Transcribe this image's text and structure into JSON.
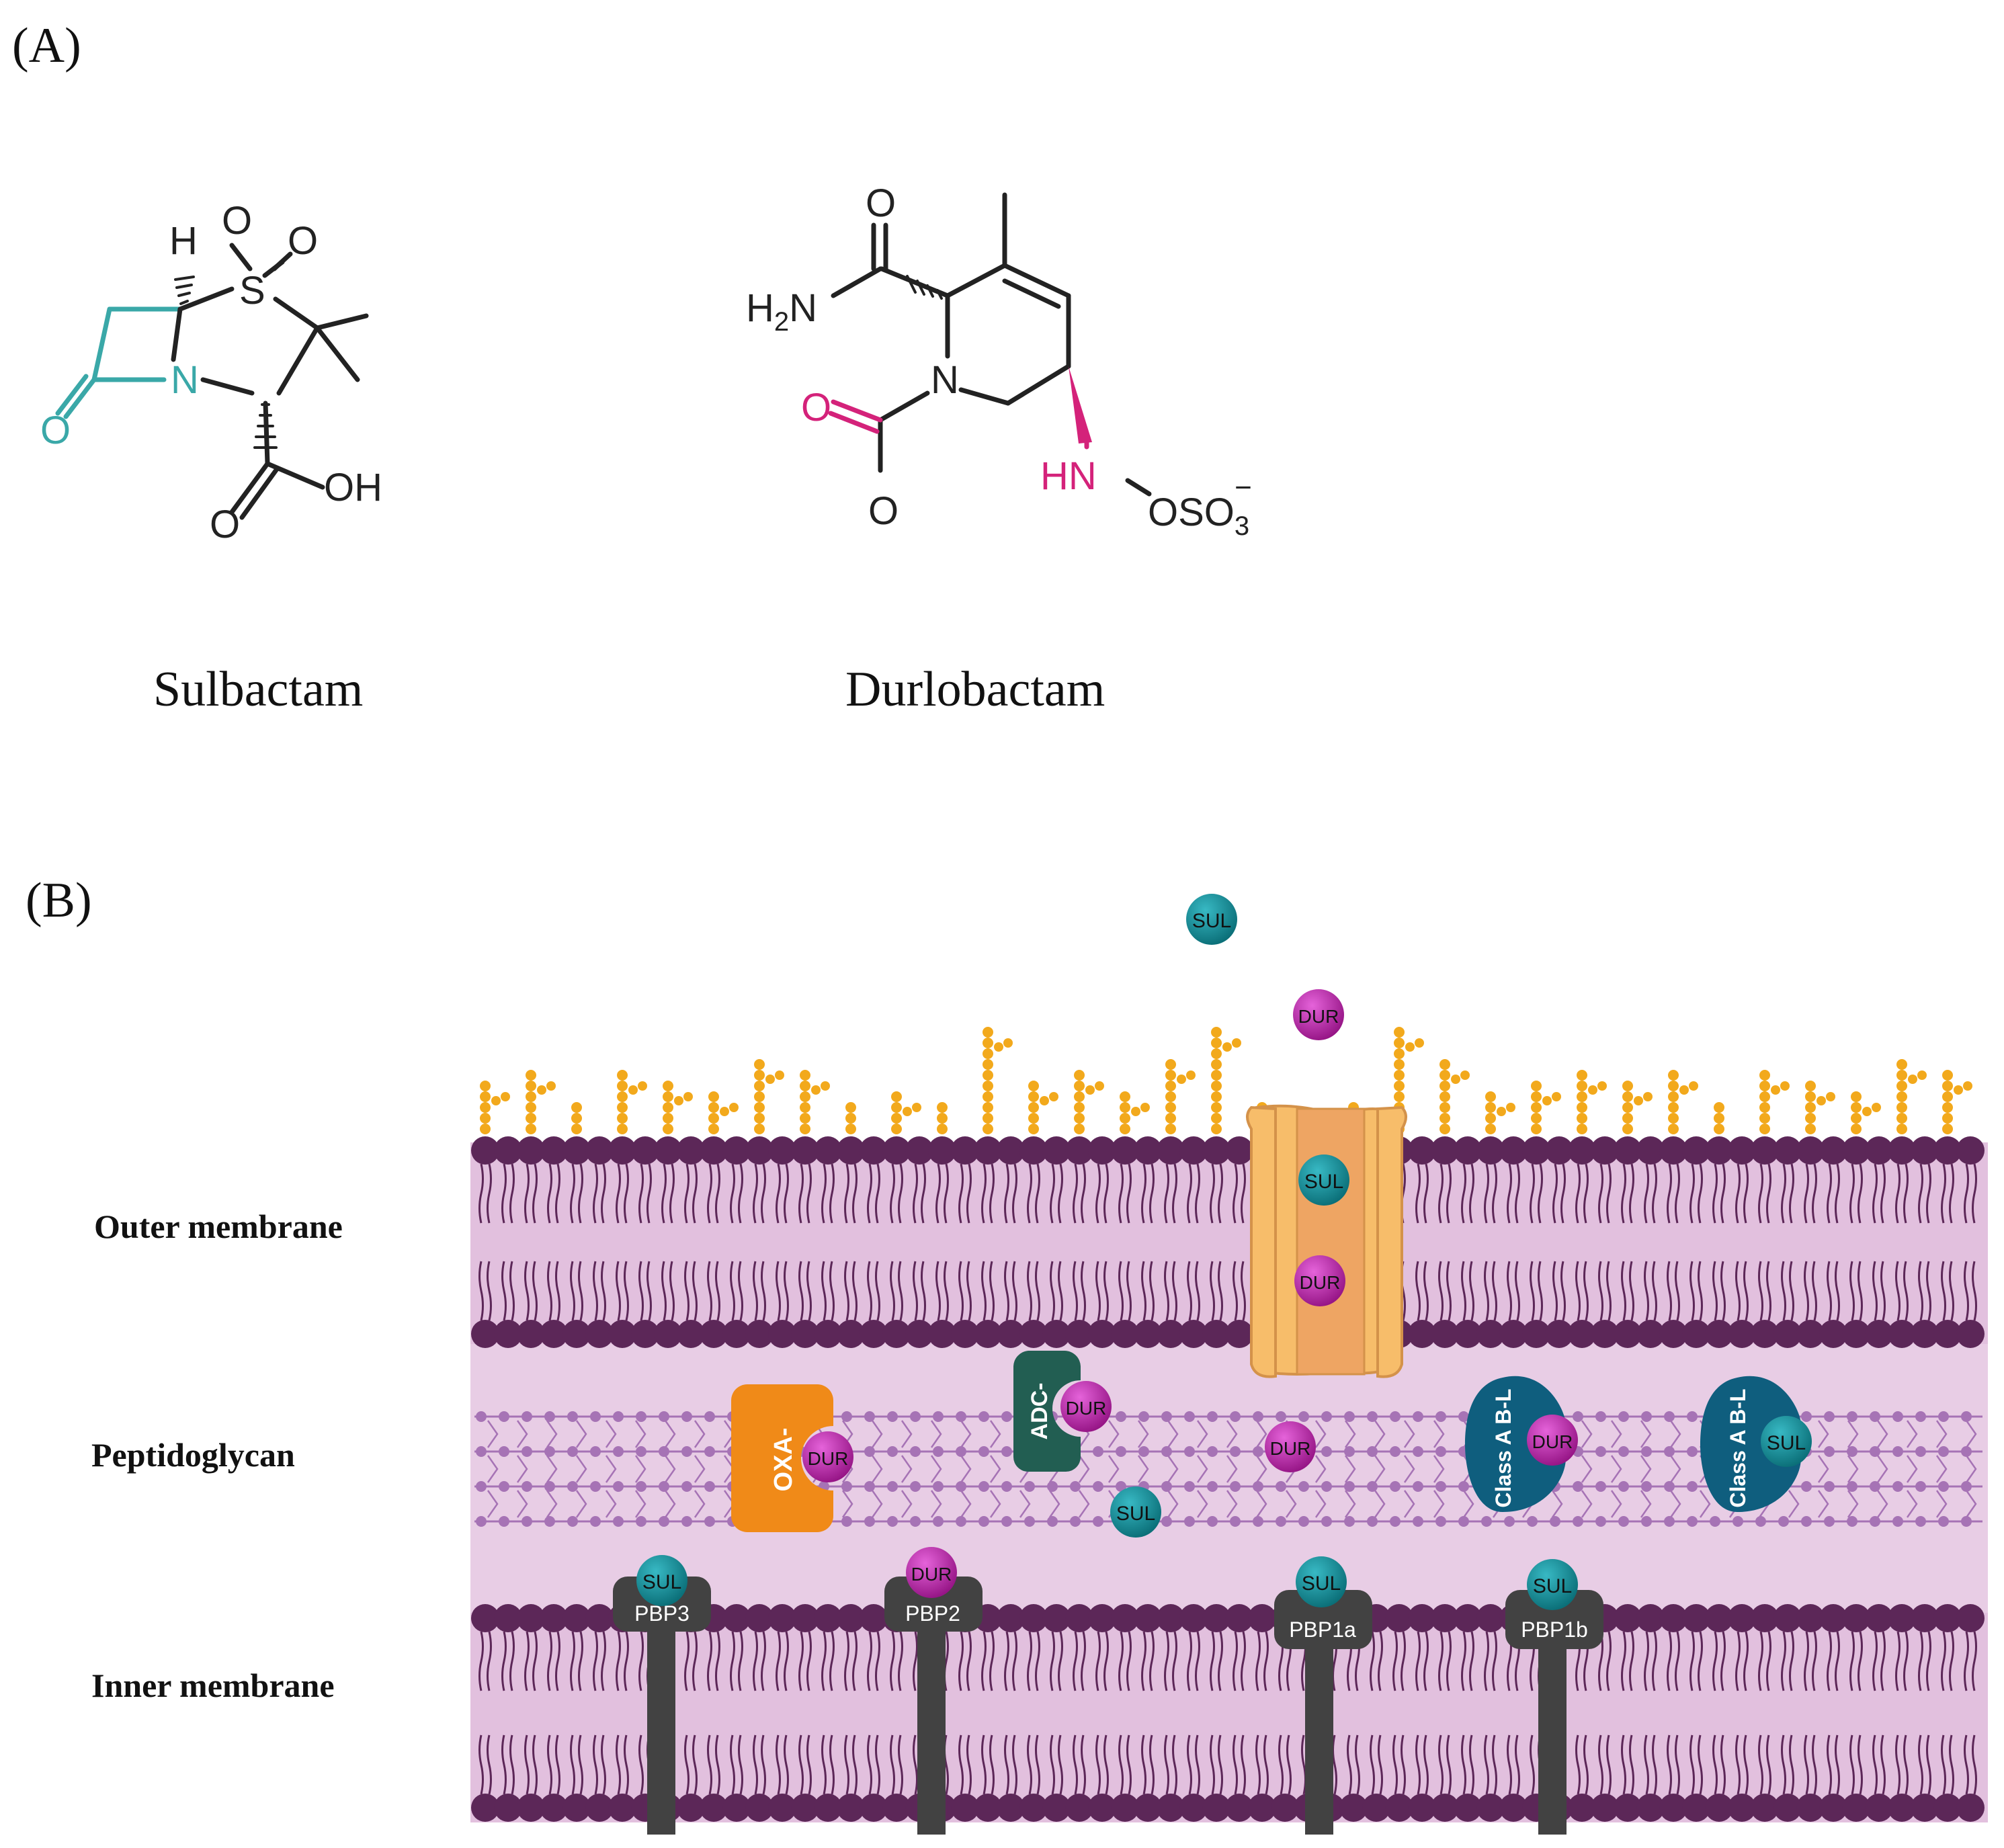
{
  "panel_a": {
    "label": "(A)",
    "sulbactam": {
      "name": "Sulbactam",
      "atoms": {
        "h": "H",
        "o_s1": "O",
        "o_s2": "O",
        "s": "S",
        "n": "N",
        "o_carbonyl": "O",
        "o_acid": "O",
        "oh": "OH"
      }
    },
    "durlobactam": {
      "name": "Durlobactam",
      "atoms": {
        "o_amide": "O",
        "h2": "H",
        "h2_sub": "2",
        "n_amine": "N",
        "n_ring": "N",
        "o_carbonyl": "O",
        "o_minus": "O",
        "hn": "HN",
        "oso": "OSO",
        "sub3": "3",
        "charge": "−"
      }
    }
  },
  "panel_b": {
    "label": "(B)",
    "layer_labels": {
      "outer": "Outer membrane",
      "peptidoglycan": "Peptidoglycan",
      "inner": "Inner membrane"
    },
    "drug_labels": {
      "sul": "SUL",
      "dur": "DUR"
    },
    "enzymes": {
      "oxa": "OXA-",
      "adc": "ADC-",
      "class_a": "Class A B-L"
    },
    "pbps": [
      "PBP3",
      "PBP2",
      "PBP1a",
      "PBP1b"
    ],
    "colors": {
      "sulbactam_core": "#3aa8a8",
      "durlobactam_core": "#d4227a",
      "membrane_band": "#e8cde5",
      "lipid_head": "#5c2758",
      "lps_chain": "#f2a91c",
      "porin": "#f7bd6a",
      "porin_inner": "#eea563",
      "sul_ball": "#138a94",
      "dur_ball": "#c21fb5",
      "oxa": "#f08a18",
      "adc": "#225e52",
      "class_a": "#0f5e7e",
      "pbp": "#424242",
      "peptidoglycan_bead": "#a673b5"
    }
  }
}
